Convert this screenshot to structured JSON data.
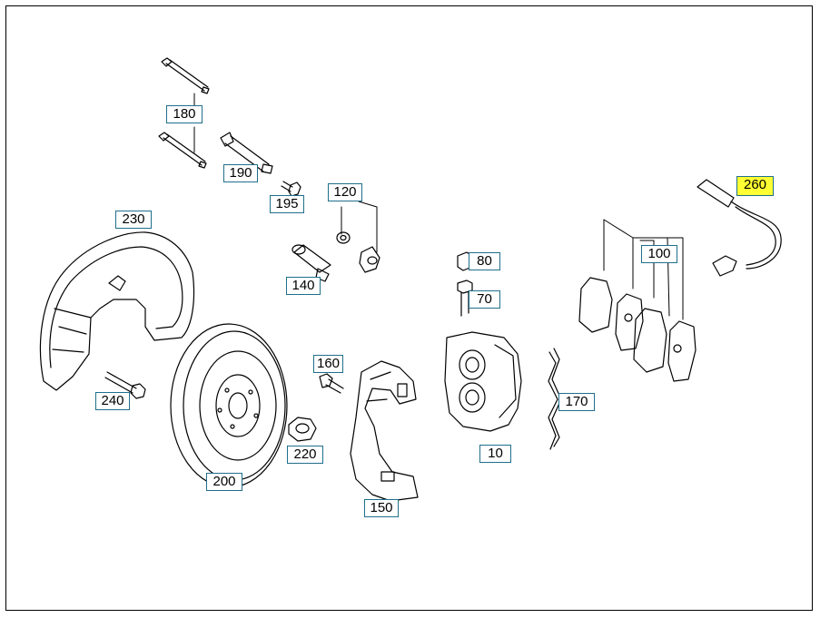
{
  "diagram": {
    "part_labels": [
      {
        "id": "180",
        "text": "180",
        "selected": false
      },
      {
        "id": "190",
        "text": "190",
        "selected": false
      },
      {
        "id": "195",
        "text": "195",
        "selected": false
      },
      {
        "id": "120",
        "text": "120",
        "selected": false
      },
      {
        "id": "230",
        "text": "230",
        "selected": false
      },
      {
        "id": "140",
        "text": "140",
        "selected": false
      },
      {
        "id": "80",
        "text": "80",
        "selected": false
      },
      {
        "id": "70",
        "text": "70",
        "selected": false
      },
      {
        "id": "100",
        "text": "100",
        "selected": false
      },
      {
        "id": "260",
        "text": "260",
        "selected": true
      },
      {
        "id": "160",
        "text": "160",
        "selected": false
      },
      {
        "id": "240",
        "text": "240",
        "selected": false
      },
      {
        "id": "220",
        "text": "220",
        "selected": false
      },
      {
        "id": "200",
        "text": "200",
        "selected": false
      },
      {
        "id": "150",
        "text": "150",
        "selected": false
      },
      {
        "id": "10",
        "text": "10",
        "selected": false
      },
      {
        "id": "170",
        "text": "170",
        "selected": false
      }
    ],
    "colors": {
      "label_border": "#1f6f8b",
      "selected_fill": "#ffff33",
      "line": "#000000"
    }
  }
}
